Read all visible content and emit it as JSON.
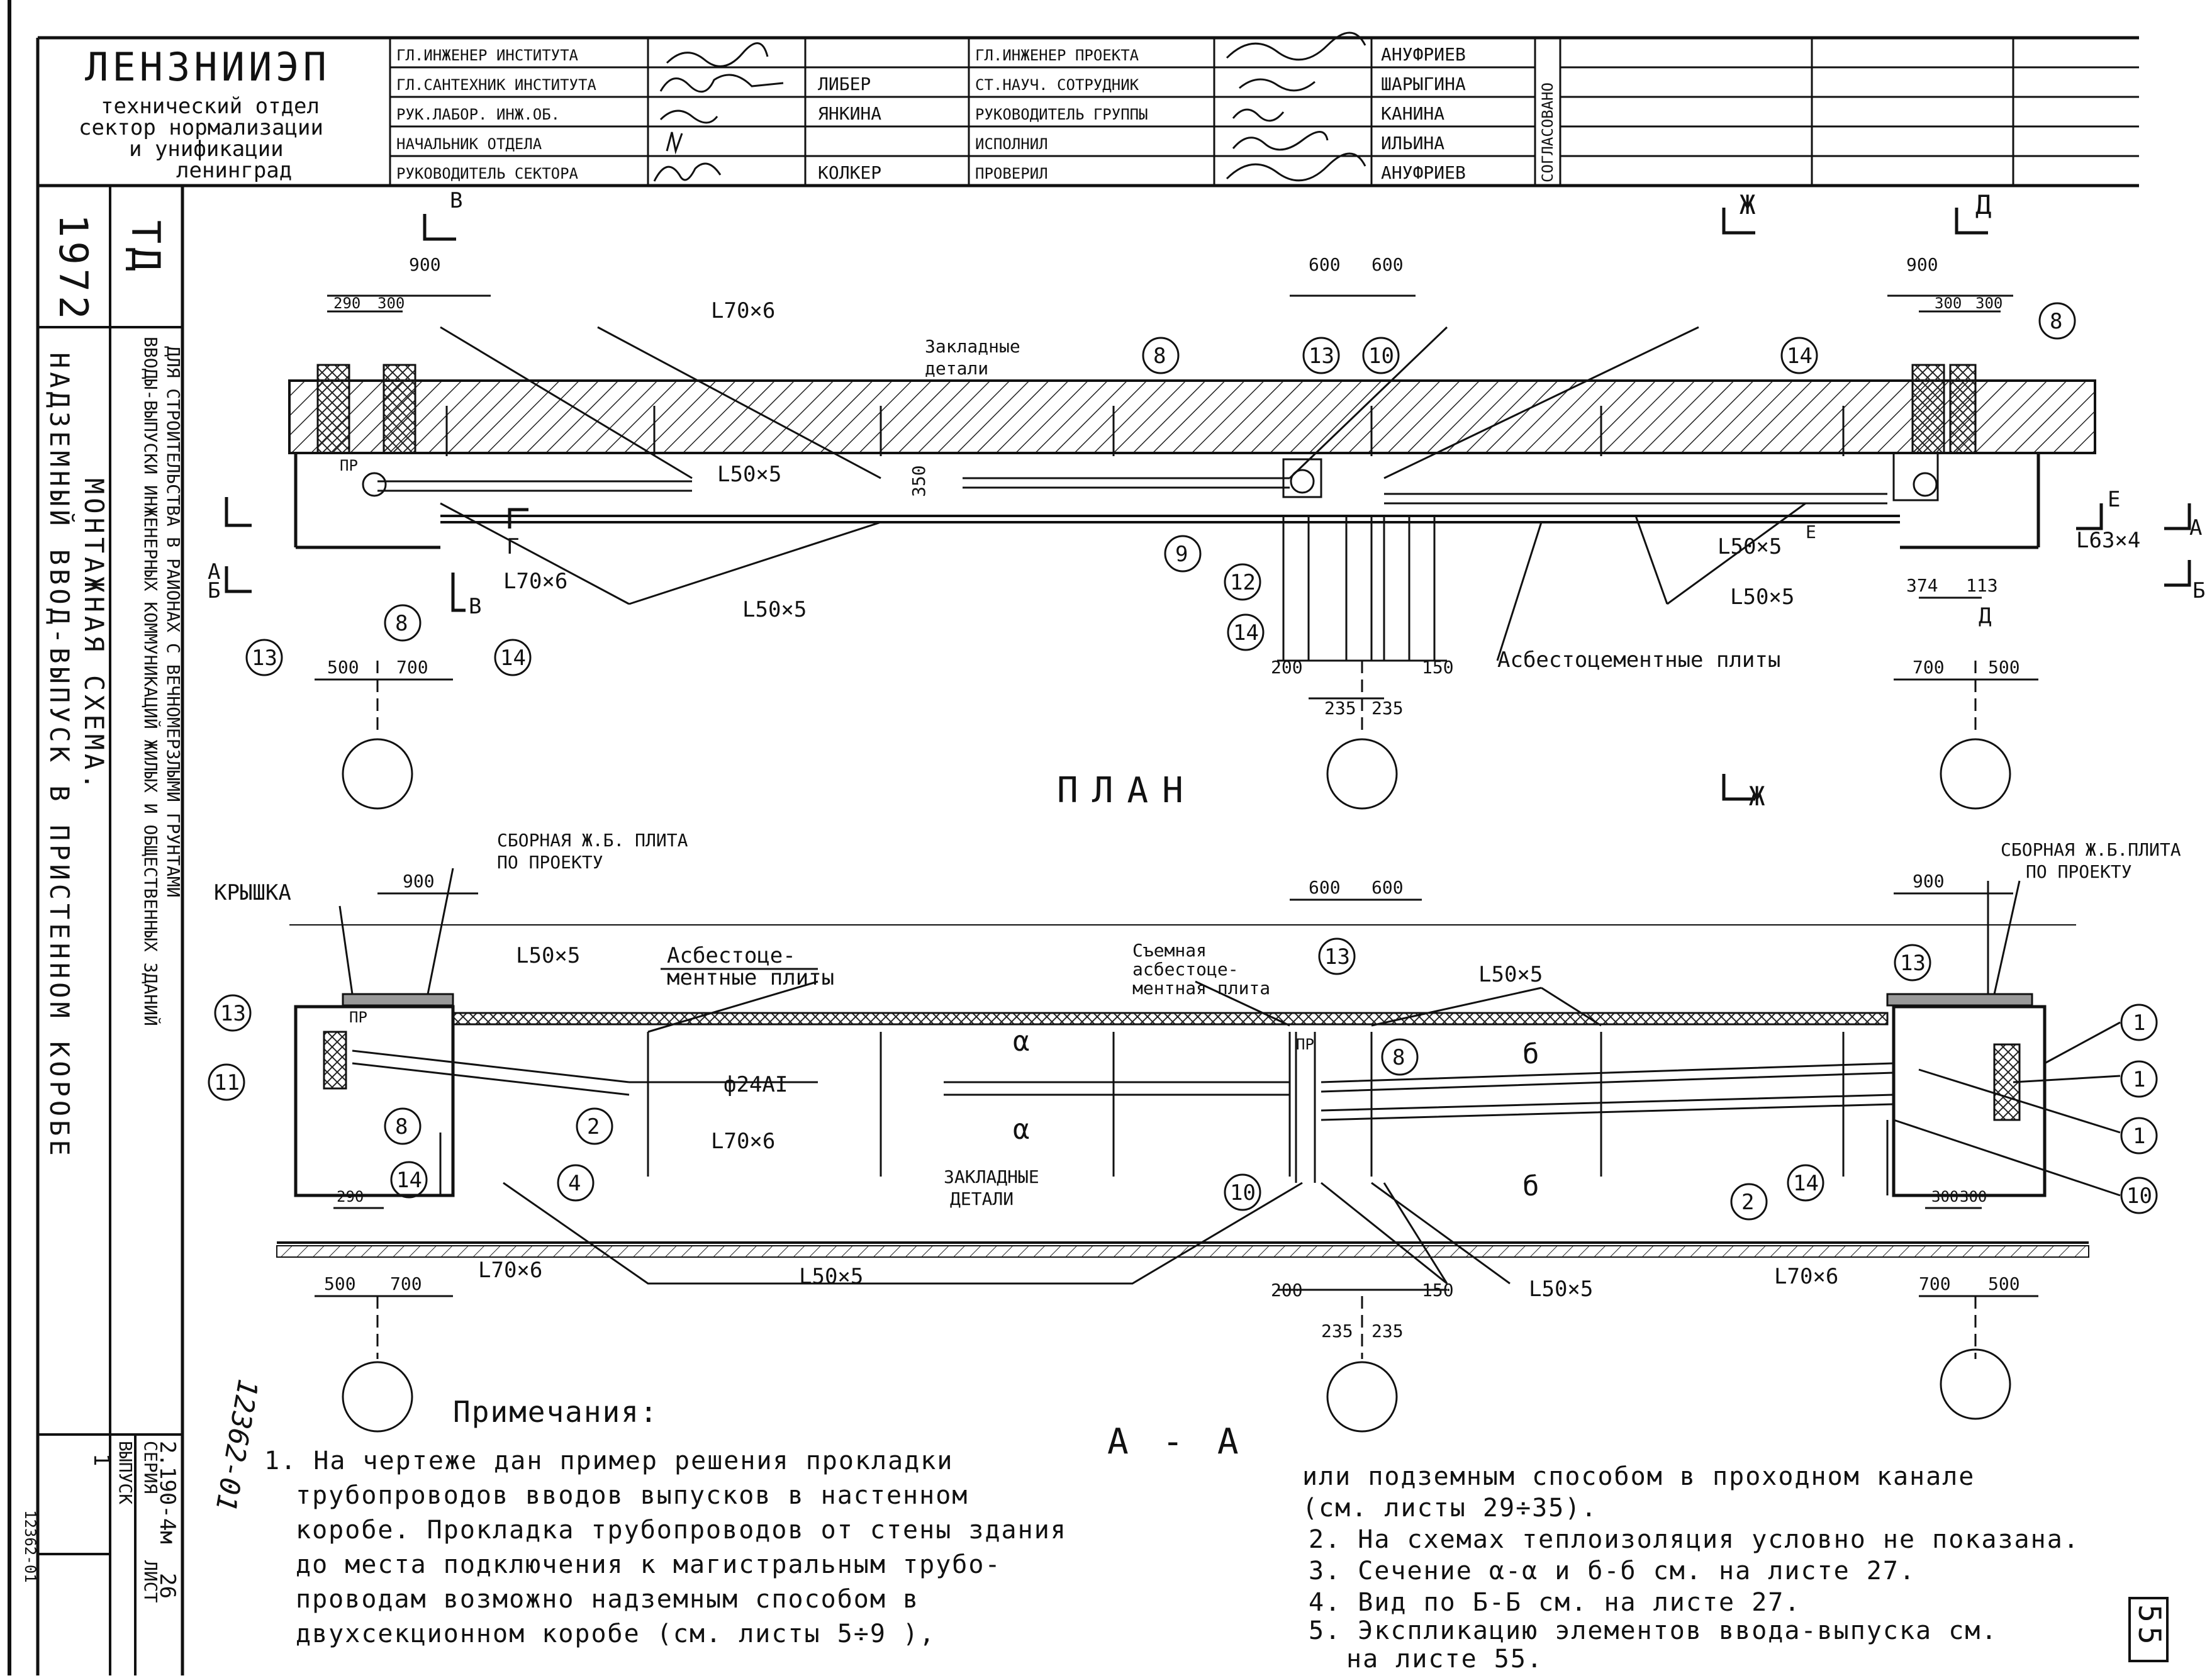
{
  "title_block": {
    "org": "ЛЕНЗНИИЭП",
    "dept_lines": [
      "технический отдел",
      "сектор нормализации",
      "и унификации",
      "ленинград"
    ],
    "rows_left": [
      {
        "role": "ГЛ.ИНЖЕНЕР ИНСТИТУТА",
        "name": ""
      },
      {
        "role": "ГЛ.САНТЕХНИК ИНСТИТУТА",
        "name": "ЛИБЕР"
      },
      {
        "role": "РУК.ЛАБОР. ИНЖ.ОБ.",
        "name": "ЯНКИНА"
      },
      {
        "role": "НАЧАЛЬНИК ОТДЕЛА",
        "name": ""
      },
      {
        "role": "РУКОВОДИТЕЛЬ СЕКТОРА",
        "name": "КОЛКЕР"
      }
    ],
    "rows_right": [
      {
        "role": "ГЛ.ИНЖЕНЕР ПРОЕКТА",
        "name": "АНУФРИЕВ"
      },
      {
        "role": "СТ.НАУЧ. СОТРУДНИК",
        "name": "ШАРЫГИНА"
      },
      {
        "role": "РУКОВОДИТЕЛЬ ГРУППЫ",
        "name": "КАНИНА"
      },
      {
        "role": "ИСПОЛНИЛ",
        "name": "ИЛЬИНА"
      },
      {
        "role": "ПРОВЕРИЛ",
        "name": "АНУФРИЕВ"
      }
    ],
    "approval": "СОГЛАСОВАНО"
  },
  "side": {
    "year": "1972",
    "org_code": "ТД",
    "project_line1": "ВВОДЫ-ВЫПУСКИ ИНЖЕНЕРНЫХ КОММУНИКАЦИЙ ЖИЛЫХ И ОБЩЕСТВЕННЫХ ЗДАНИЙ",
    "project_line2": "ДЛЯ СТРОИТЕЛЬСТВА В РАЙОНАХ С ВЕЧНОМЕРЗЛЫМИ ГРУНТАМИ",
    "sheet_title1": "НАДЗЕМНЫЙ ВВОД-ВЫПУСК В ПРИСТЕННОМ КОРОБЕ",
    "sheet_title2": "МОНТАЖНАЯ СХЕМА.",
    "series_label": "СЕРИЯ",
    "series": "2.190-4м",
    "issue_label": "ВЫПУСК",
    "issue": "1",
    "sheet_label": "ЛИСТ",
    "sheet": "26",
    "handwritten": "12362-01",
    "edge_code": "12362-01"
  },
  "plan": {
    "title": "ПЛАН",
    "dims_top": [
      "900",
      "290",
      "300",
      "600",
      "600",
      "900",
      "300",
      "300"
    ],
    "dims_bottom": [
      "500",
      "700",
      "200",
      "235",
      "235",
      "150",
      "700",
      "500",
      "374",
      "113"
    ],
    "dim_350": "350",
    "labels": {
      "l70x6_top": "L70×6",
      "embedded": "Закладные",
      "embedded2": "детали",
      "l50x5_a": "L50×5",
      "l50x5_b": "L50×5",
      "l50x5_c": "L50×5",
      "l50x5_d": "L50×5",
      "l70x6_b": "L70×6",
      "l63x4": "L63×4",
      "asbestos": "Асбестоцементные плиты",
      "pr": "ПР"
    },
    "callouts": [
      "8",
      "13",
      "10",
      "14",
      "8",
      "9",
      "12",
      "14",
      "13",
      "8",
      "14"
    ],
    "sections": [
      "В",
      "Ж",
      "Д",
      "А",
      "Б",
      "Г",
      "В",
      "Е",
      "А",
      "Б",
      "Е",
      "Д",
      "Ж"
    ]
  },
  "section_aa": {
    "title": "А - А",
    "labels": {
      "slab_left1": "СБОРНАЯ Ж.Б. ПЛИТА",
      "slab_left2": "ПО ПРОЕКТУ",
      "slab_right1": "СБОРНАЯ Ж.Б.ПЛИТА",
      "slab_right2": "ПО ПРОЕКТУ",
      "lid": "КРЫШКА",
      "l50x5_a": "L50×5",
      "asbestos1": "Асбестоце-",
      "asbestos2": "ментные плиты",
      "removable1": "Съемная",
      "removable2": "асбестоце-",
      "removable3": "ментная плита",
      "l50x5_b": "L50×5",
      "rebar": "ф24АI",
      "l70x6": "L70×6",
      "embedded1": "ЗАКЛАДНЫЕ",
      "embedded2": "ДЕТАЛИ",
      "l70x6_left": "L70×6",
      "l50x5_c": "L50×5",
      "l50x5_d": "L50×5",
      "l70x6_right": "L70×6",
      "alpha1": "α",
      "alpha2": "α",
      "beta1": "б",
      "beta2": "б",
      "pr1": "ПР",
      "pr2": "ПР"
    },
    "dims_top": [
      "900",
      "600",
      "600",
      "900"
    ],
    "dims_bottom": [
      "290",
      "500",
      "700",
      "200",
      "235",
      "235",
      "150",
      "300",
      "300",
      "700",
      "500"
    ],
    "callouts": [
      "13",
      "11",
      "8",
      "14",
      "2",
      "4",
      "13",
      "8",
      "10",
      "2",
      "14",
      "13",
      "1",
      "1",
      "1",
      "10"
    ]
  },
  "notes": {
    "heading": "Примечания:",
    "left": [
      "1. На чертеже дан пример решения прокладки",
      "трубопроводов вводов выпусков в настенном",
      "коробе. Прокладка трубопроводов от стены здания",
      "до места подключения к магистральным трубо-",
      "проводам возможно надземным способом в",
      "двухсекционном коробе (см. листы 5÷9 ),"
    ],
    "right": [
      "или подземным способом в проходном канале",
      "(см. листы 29÷35).",
      "2. На схемах теплоизоляция условно не показана.",
      "3. Сечение α-α и б-б см. на листе 27.",
      "4. Вид по Б-Б см. на листе 27.",
      "5. Экспликацию элементов ввода-выпуска см.",
      "на листе 55."
    ]
  },
  "page_number": "55"
}
